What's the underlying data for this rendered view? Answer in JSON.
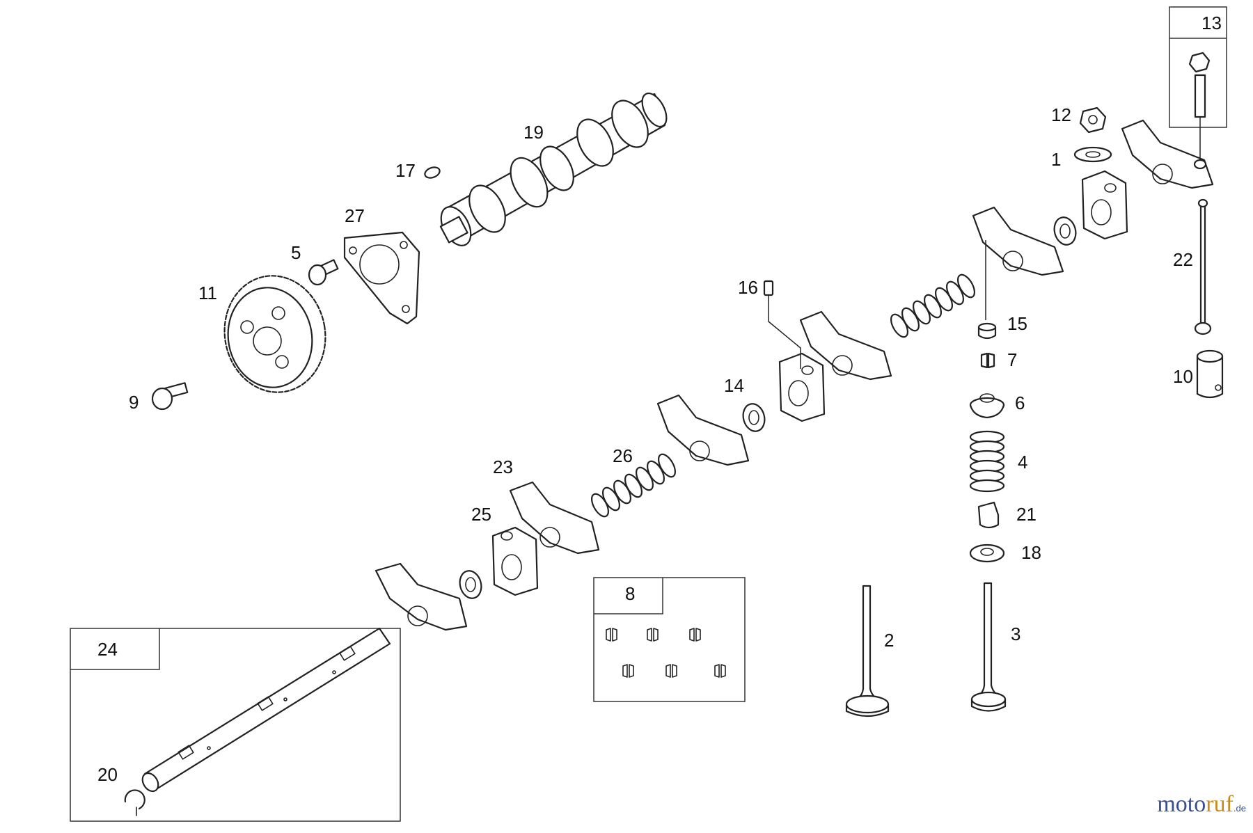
{
  "callouts": {
    "c1": "1",
    "c2": "2",
    "c3": "3",
    "c4": "4",
    "c5": "5",
    "c6": "6",
    "c7": "7",
    "c8": "8",
    "c9": "9",
    "c10": "10",
    "c11": "11",
    "c12": "12",
    "c13": "13",
    "c14": "14",
    "c15": "15",
    "c16": "16",
    "c17": "17",
    "c18": "18",
    "c19": "19",
    "c20": "20",
    "c21": "21",
    "c22": "22",
    "c23": "23",
    "c24": "24",
    "c25": "25",
    "c26": "26",
    "c27": "27"
  },
  "watermark": {
    "part1": "moto",
    "part2": "ruf",
    "suffix": ".de"
  }
}
